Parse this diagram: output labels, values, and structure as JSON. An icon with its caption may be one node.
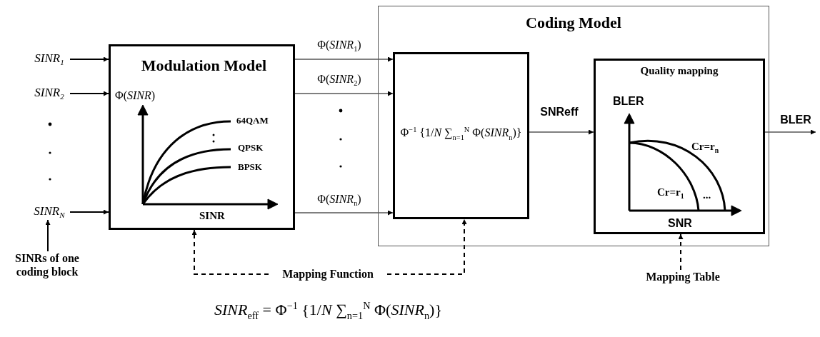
{
  "diagram": {
    "nodes": [
      {
        "text": [
          "Modulation Model",
          "Φ(*SINR*)",
          "64QAM",
          "QPSK",
          "BPSK",
          "SINR"
        ]
      },
      {
        "text": [
          "Coding Model"
        ]
      },
      {
        "text": [
          "Φ$^{−1}$ {1/*N* ∑$_{n=1}$$^{N}$ Φ(*SINR*$_{n}$)}"
        ],
        "in": 1
      },
      {
        "text": [
          "Quality mapping",
          "BLER",
          "Cr=r$_{n}$",
          "Cr=r$_{1}$",
          "...",
          "SNR"
        ],
        "in": 1
      },
      {
        "text": [
          "SINR$_{1}$"
        ]
      },
      {
        "text": [
          "SINR$_{2}$"
        ]
      },
      {
        "text": [
          "SINR$_{N}$"
        ]
      },
      {
        "text": [
          "SINRs of one coding block"
        ]
      },
      {
        "text": [
          "Mapping Function"
        ]
      },
      {
        "text": [
          "Mapping Table"
        ]
      }
    ],
    "edges": [
      {
        "from": 4,
        "to": 0,
        "arrow": "to"
      },
      {
        "from": 5,
        "to": 0,
        "arrow": "to"
      },
      {
        "from": 6,
        "to": 0,
        "arrow": "to"
      },
      {
        "from": 7,
        "to": 6,
        "arrow": "to"
      },
      {
        "from": 0,
        "to": 2,
        "arrow": "to",
        "label": "Φ(*SINR*$_{1}$)"
      },
      {
        "from": 0,
        "to": 2,
        "arrow": "to",
        "label": "Φ(*SINR*$_{2}$)"
      },
      {
        "from": 0,
        "to": 2,
        "arrow": "to",
        "label": "Φ(*SINR*$_{n}$)"
      },
      {
        "from": 2,
        "to": 3,
        "arrow": "to",
        "label": "SNReff"
      },
      {
        "from": 3,
        "to": null,
        "arrow": "to",
        "label": "BLER"
      },
      {
        "from": 8,
        "to": 0,
        "arrow": "to",
        "style": "dashed"
      },
      {
        "from": 8,
        "to": 2,
        "arrow": "to",
        "style": "dashed"
      },
      {
        "from": 9,
        "to": 3,
        "arrow": "to",
        "style": "dashed"
      }
    ],
    "labels": [
      "*SINR*$_{eff}$ = Φ$^{−1}$ {1/*N* ∑$_{n=1}$$^{N}$ Φ(*SINR*$_{n}$)}"
    ]
  }
}
